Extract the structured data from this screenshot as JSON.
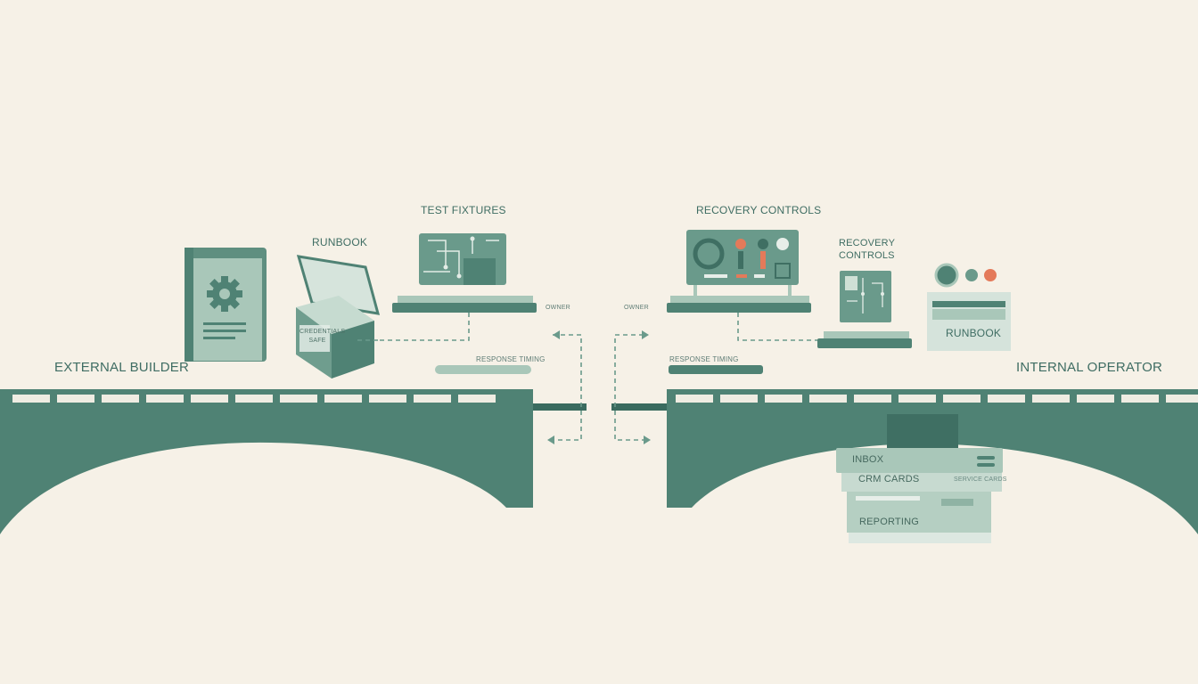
{
  "sides": {
    "left": "EXTERNAL BUILDER",
    "right": "INTERNAL OPERATOR"
  },
  "items": {
    "runbook_left": "RUNBOOK",
    "test_fixtures": "TEST FIXTURES",
    "recovery_controls_top": "RECOVERY CONTROLS",
    "recovery_controls_small": "RECOVERY CONTROLS",
    "runbook_right": "RUNBOOK",
    "credentials_safe": "CREDENTIALS SAFE"
  },
  "stations": {
    "left_owner": "OWNER",
    "right_owner": "OWNER",
    "left_timing": "RESPONSE TIMING",
    "right_timing": "RESPONSE TIMING"
  },
  "queue": {
    "inbox": "INBOX",
    "crm_cards": "CRM CARDS",
    "crm_cards_tag": "SERVICE CARDS",
    "reporting": "REPORTING"
  },
  "colors": {
    "background": "#f6f1e7",
    "bridge": "#4f8274",
    "accent": "#e47a5a",
    "light_green": "#a9c7b9",
    "dark_text": "#3f6d63"
  },
  "icons": [
    "gear-icon",
    "circuit-board-icon",
    "control-panel-icon",
    "dashed-arrow-icon"
  ]
}
